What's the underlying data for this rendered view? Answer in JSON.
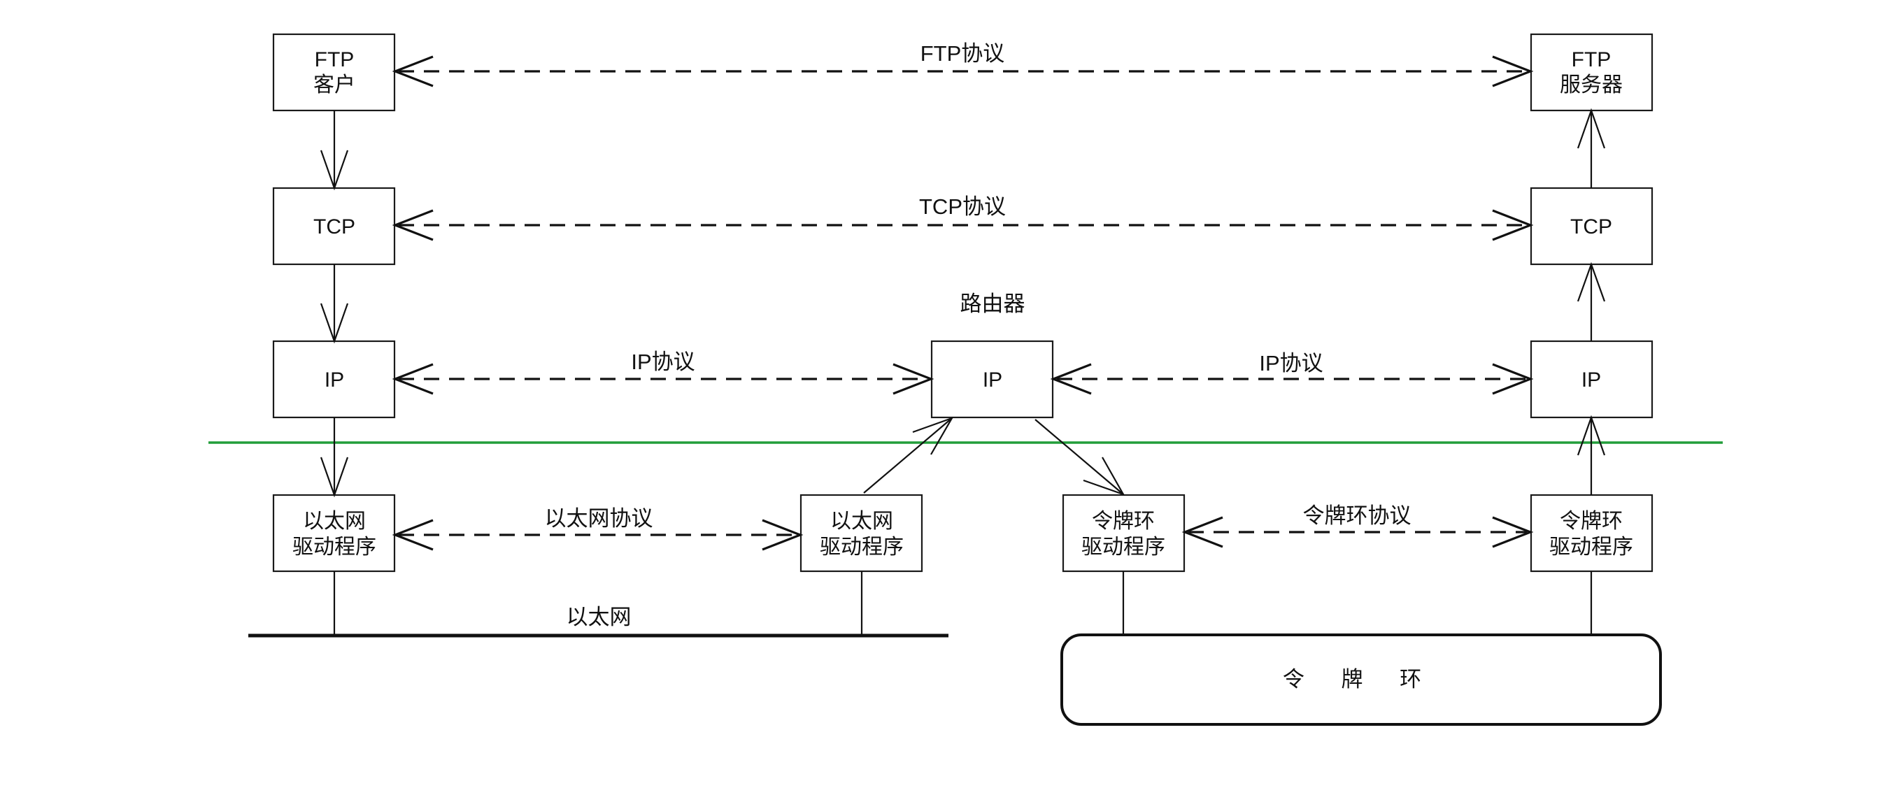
{
  "colors": {
    "line": "#111111",
    "divider": "#229e3a",
    "background": "#ffffff"
  },
  "nodes": {
    "ftp_client": [
      "FTP",
      "客户"
    ],
    "tcp_left": [
      "TCP"
    ],
    "ip_left": [
      "IP"
    ],
    "eth_driver_left": [
      "以太网",
      "驱动程序"
    ],
    "router_label": "路由器",
    "ip_router": [
      "IP"
    ],
    "eth_driver_router": [
      "以太网",
      "驱动程序"
    ],
    "tr_driver_router": [
      "令牌环",
      "驱动程序"
    ],
    "ftp_server": [
      "FTP",
      "服务器"
    ],
    "tcp_right": [
      "TCP"
    ],
    "ip_right": [
      "IP"
    ],
    "tr_driver_right": [
      "令牌环",
      "驱动程序"
    ]
  },
  "protocols": {
    "ftp": "FTP协议",
    "tcp": "TCP协议",
    "ip_left": "IP协议",
    "ip_right": "IP协议",
    "ethernet": "以太网协议",
    "token_ring": "令牌环协议"
  },
  "networks": {
    "ethernet": "以太网",
    "token_ring": "令 牌 环"
  }
}
